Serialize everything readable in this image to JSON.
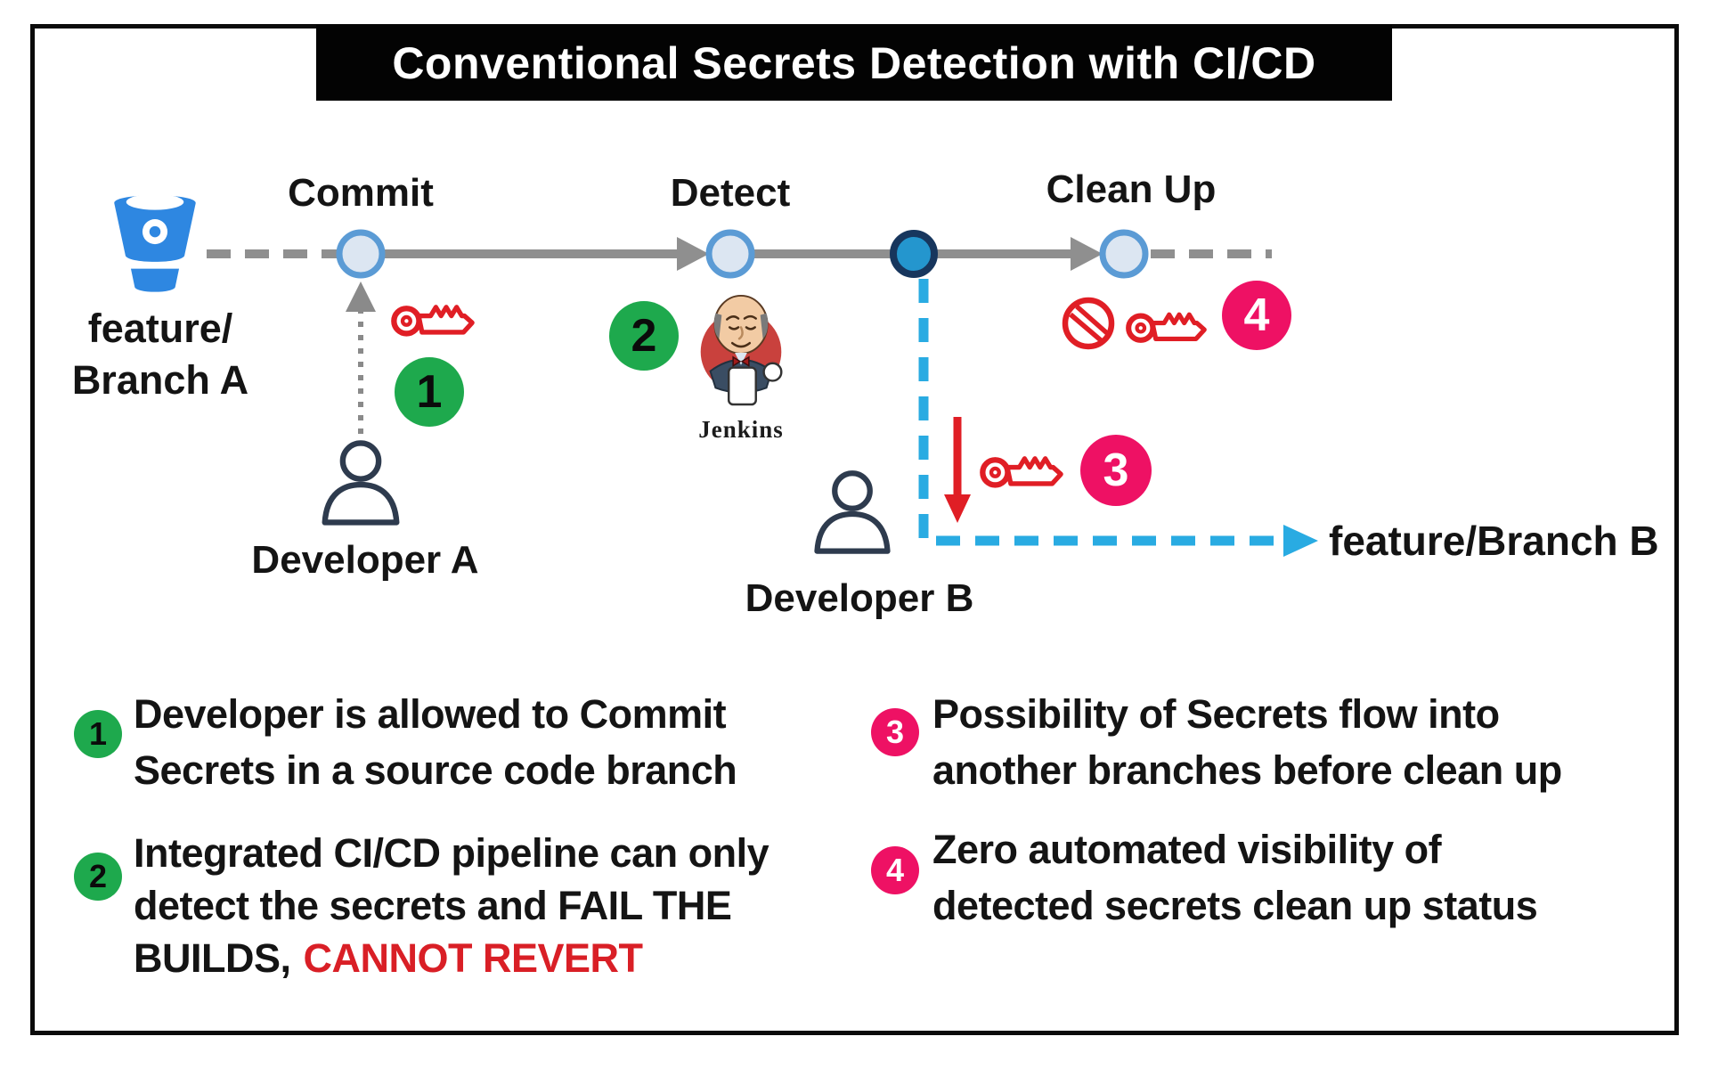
{
  "title": "Conventional Secrets Detection with CI/CD",
  "diagram": {
    "branch_a_line1": "feature/",
    "branch_a_line2": "Branch A",
    "stage_commit": "Commit",
    "stage_detect": "Detect",
    "stage_cleanup": "Clean Up",
    "developer_a": "Developer A",
    "developer_b": "Developer B",
    "branch_b": "feature/Branch B",
    "jenkins_wordmark": "Jenkins",
    "markers": {
      "m1": "1",
      "m2": "2",
      "m3": "3",
      "m4": "4"
    }
  },
  "legend": {
    "item1": {
      "num": "1",
      "line1": "Developer is allowed to Commit",
      "line2": "Secrets in a source code branch"
    },
    "item2": {
      "num": "2",
      "line1": "Integrated CI/CD pipeline can only",
      "line2": "detect the secrets and FAIL THE",
      "line3_prefix": "BUILDS,",
      "line3_highlight": "CANNOT REVERT"
    },
    "item3": {
      "num": "3",
      "line1": "Possibility of Secrets flow into",
      "line2": "another branches before clean up"
    },
    "item4": {
      "num": "4",
      "line1": "Zero automated visibility of",
      "line2": "detected secrets clean up status"
    }
  },
  "icons": {
    "repo": "bitbucket-bucket-icon",
    "ci": "jenkins-butler-icon",
    "secret": "red-key-icon",
    "blocked": "prohibition-icon",
    "user": "person-outline-icon"
  },
  "colors": {
    "step_green": "#1EA94D",
    "step_pink": "#EE1164",
    "alert_red": "#E01E25",
    "bitbucket_blue": "#2E87E1",
    "node_fill": "#DCE6F2",
    "node_border": "#5B9BD5",
    "merge_node_fill": "#2496CE",
    "merge_node_border": "#17365D",
    "pipeline_gray": "#8F8F8F",
    "branch_blue": "#29ABE2",
    "title_bg": "#030303",
    "title_fg": "#FFFFFF"
  }
}
